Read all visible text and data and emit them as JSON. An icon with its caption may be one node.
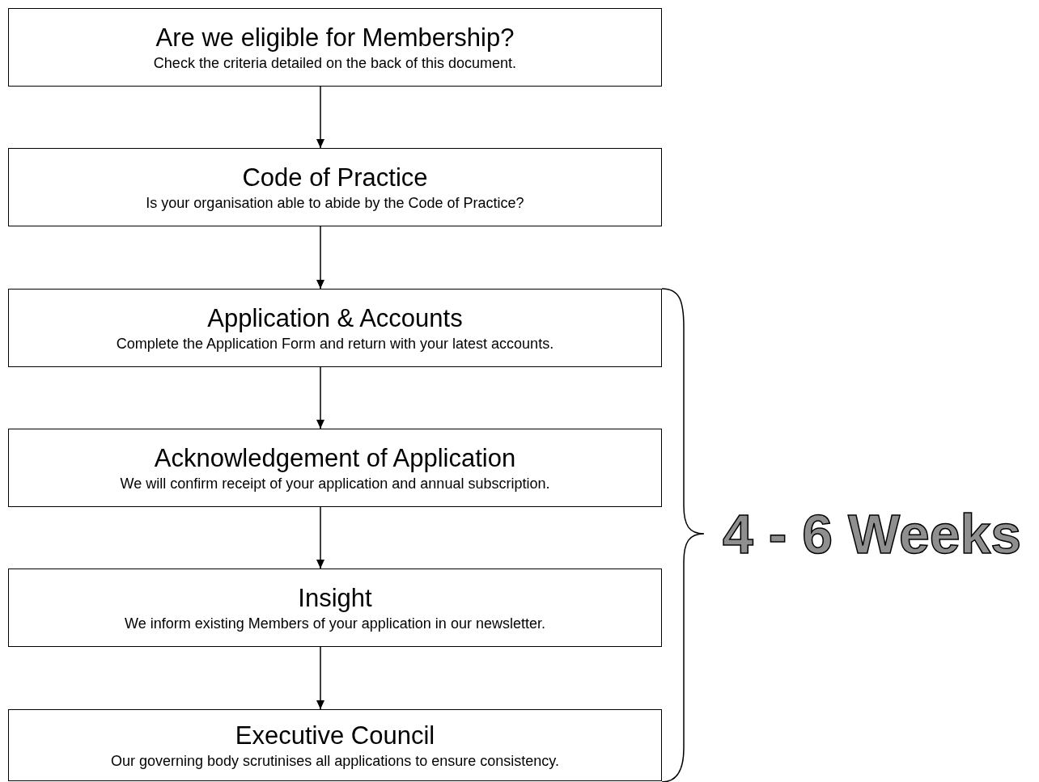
{
  "diagram": {
    "nodes": [
      {
        "text": [
          "Are we eligible for Membership?",
          "Check the criteria detailed on the back of this document."
        ]
      },
      {
        "text": [
          "Code of Practice",
          "Is your organisation able to abide by the Code of Practice?"
        ]
      },
      {
        "text": [
          "Application & Accounts",
          "Complete the Application Form and return with your latest accounts."
        ]
      },
      {
        "text": [
          "Acknowledgement of Application",
          "We will confirm receipt of your application and annual subscription."
        ]
      },
      {
        "text": [
          "Insight",
          "We inform existing Members of your application in our newsletter."
        ]
      },
      {
        "text": [
          "Executive Council",
          "Our governing body scrutinises all applications to ensure consistency."
        ]
      }
    ],
    "edges": [
      {
        "from": 0,
        "to": 1,
        "arrow": "to"
      },
      {
        "from": 1,
        "to": 2,
        "arrow": "to"
      },
      {
        "from": 2,
        "to": 3,
        "arrow": "to"
      },
      {
        "from": 3,
        "to": 4,
        "arrow": "to"
      },
      {
        "from": 4,
        "to": 5,
        "arrow": "to"
      }
    ],
    "labels": [
      "4 - 6 Weeks"
    ]
  }
}
